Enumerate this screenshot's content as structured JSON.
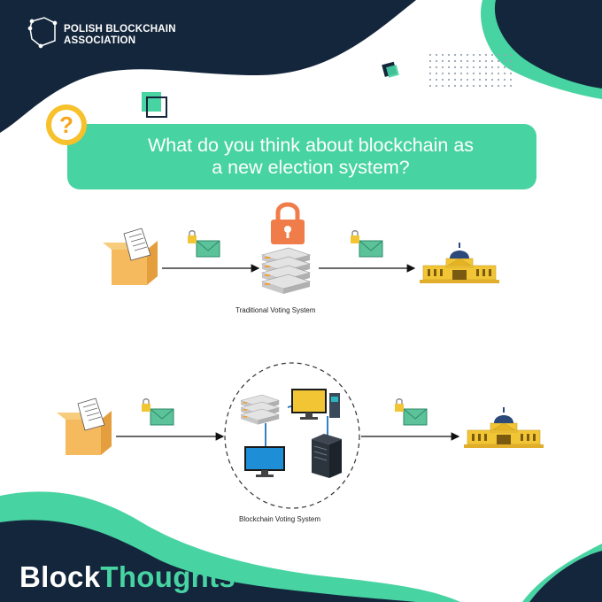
{
  "header": {
    "org_line1": "POLISH BLOCKCHAIN",
    "org_line2": "ASSOCIATION",
    "logo_icon": "poland-map-network-icon"
  },
  "question": {
    "text_line1": "What do you think about blockchain as",
    "text_line2": "a new election system?",
    "icon": "question-mark-icon"
  },
  "diagrams": {
    "traditional_caption": "Traditional Voting System",
    "blockchain_caption": "Blockchain Voting System"
  },
  "footer": {
    "brand_part1": "Block",
    "brand_part2": "Thoughts"
  },
  "colors": {
    "navy": "#14263c",
    "accent_green": "#47d3a2",
    "orange": "#f07c4a",
    "ballot_box": "#f5b95e",
    "building_gold": "#f2c535"
  }
}
